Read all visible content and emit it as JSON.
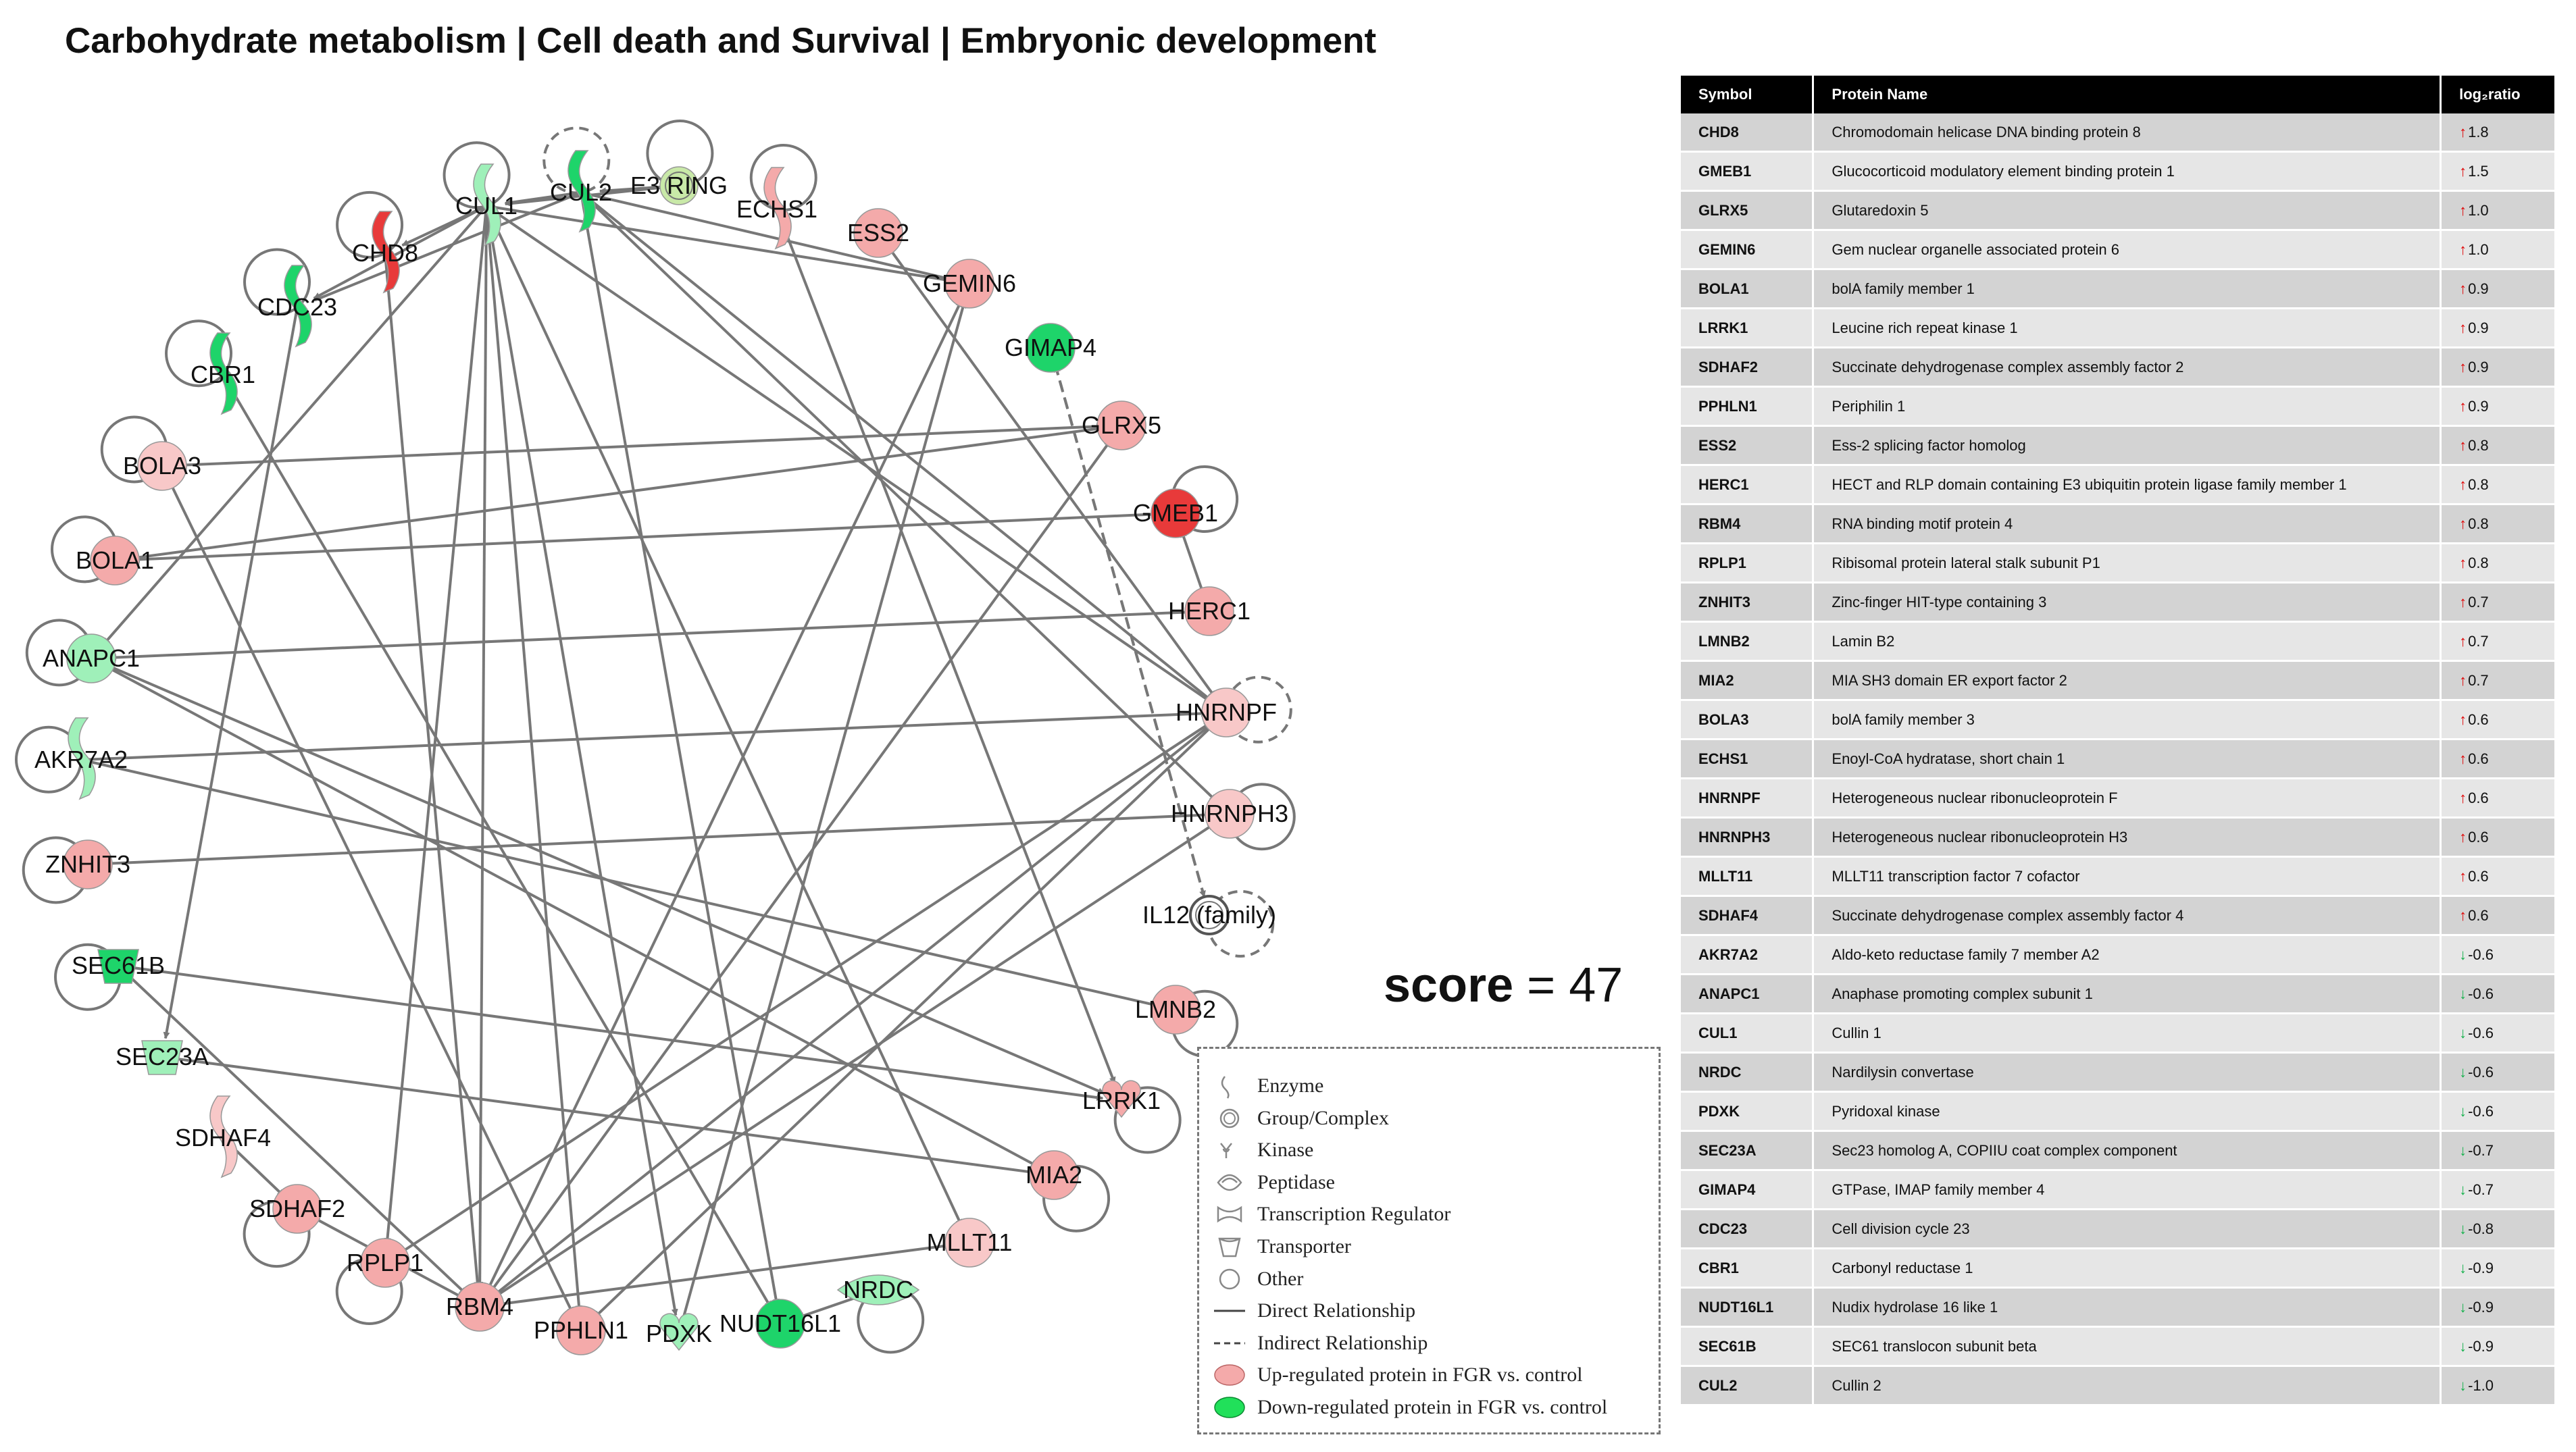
{
  "title": "Carbohydrate metabolism | Cell death and Survival | Embryonic development",
  "score": {
    "label": "score",
    "value": "= 47"
  },
  "colors": {
    "up_light": "#f4aaaa",
    "up_strong": "#e83a3a",
    "down_light": "#9ff0b9",
    "down_strong": "#1ed46a",
    "edge": "#777777",
    "table_header": "#000000",
    "arrow_up": "#e00000",
    "arrow_down": "#10b048"
  },
  "network": {
    "nodes": [
      {
        "id": "CUL1",
        "label": "CUL1",
        "shape": "enzyme",
        "regulation": "down",
        "intensity": "light"
      },
      {
        "id": "CUL2",
        "label": "CUL2",
        "shape": "enzyme",
        "regulation": "down",
        "intensity": "strong"
      },
      {
        "id": "E3RING",
        "label": "E3 RING",
        "shape": "group",
        "regulation": "mixed",
        "intensity": "light"
      },
      {
        "id": "ECHS1",
        "label": "ECHS1",
        "shape": "enzyme",
        "regulation": "up",
        "intensity": "light"
      },
      {
        "id": "CHD8",
        "label": "CHD8",
        "shape": "enzyme",
        "regulation": "up",
        "intensity": "strong"
      },
      {
        "id": "ESS2",
        "label": "ESS2",
        "shape": "other",
        "regulation": "up",
        "intensity": "light"
      },
      {
        "id": "CDC23",
        "label": "CDC23",
        "shape": "enzyme",
        "regulation": "down",
        "intensity": "strong"
      },
      {
        "id": "GEMIN6",
        "label": "GEMIN6",
        "shape": "other",
        "regulation": "up",
        "intensity": "light"
      },
      {
        "id": "GIMAP4",
        "label": "GIMAP4",
        "shape": "other",
        "regulation": "down",
        "intensity": "strong"
      },
      {
        "id": "CBR1",
        "label": "CBR1",
        "shape": "enzyme",
        "regulation": "down",
        "intensity": "strong"
      },
      {
        "id": "GLRX5",
        "label": "GLRX5",
        "shape": "other",
        "regulation": "up",
        "intensity": "light"
      },
      {
        "id": "BOLA3",
        "label": "BOLA3",
        "shape": "other",
        "regulation": "up",
        "intensity": "pale"
      },
      {
        "id": "GMEB1",
        "label": "GMEB1",
        "shape": "other",
        "regulation": "up",
        "intensity": "strong"
      },
      {
        "id": "BOLA1",
        "label": "BOLA1",
        "shape": "other",
        "regulation": "up",
        "intensity": "light"
      },
      {
        "id": "HERC1",
        "label": "HERC1",
        "shape": "other",
        "regulation": "up",
        "intensity": "light"
      },
      {
        "id": "ANAPC1",
        "label": "ANAPC1",
        "shape": "other",
        "regulation": "down",
        "intensity": "light"
      },
      {
        "id": "HNRNPF",
        "label": "HNRNPF",
        "shape": "other",
        "regulation": "up",
        "intensity": "pale"
      },
      {
        "id": "AKR7A2",
        "label": "AKR7A2",
        "shape": "enzyme",
        "regulation": "down",
        "intensity": "light"
      },
      {
        "id": "HNRNPH3",
        "label": "HNRNPH3",
        "shape": "other",
        "regulation": "up",
        "intensity": "pale"
      },
      {
        "id": "ZNHIT3",
        "label": "ZNHIT3",
        "shape": "other",
        "regulation": "up",
        "intensity": "light"
      },
      {
        "id": "IL12",
        "label": "IL12 (family)",
        "shape": "group",
        "regulation": "none",
        "intensity": "none"
      },
      {
        "id": "SEC61B",
        "label": "SEC61B",
        "shape": "transporter",
        "regulation": "down",
        "intensity": "strong"
      },
      {
        "id": "LMNB2",
        "label": "LMNB2",
        "shape": "other",
        "regulation": "up",
        "intensity": "light"
      },
      {
        "id": "SEC23A",
        "label": "SEC23A",
        "shape": "transporter",
        "regulation": "down",
        "intensity": "light"
      },
      {
        "id": "LRRK1",
        "label": "LRRK1",
        "shape": "kinase",
        "regulation": "up",
        "intensity": "light"
      },
      {
        "id": "SDHAF4",
        "label": "SDHAF4",
        "shape": "enzyme",
        "regulation": "up",
        "intensity": "pale"
      },
      {
        "id": "MIA2",
        "label": "MIA2",
        "shape": "other",
        "regulation": "up",
        "intensity": "light"
      },
      {
        "id": "SDHAF2",
        "label": "SDHAF2",
        "shape": "other",
        "regulation": "up",
        "intensity": "light"
      },
      {
        "id": "MLLT11",
        "label": "MLLT11",
        "shape": "other",
        "regulation": "up",
        "intensity": "pale"
      },
      {
        "id": "RPLP1",
        "label": "RPLP1",
        "shape": "other",
        "regulation": "up",
        "intensity": "light"
      },
      {
        "id": "NRDC",
        "label": "NRDC",
        "shape": "peptidase",
        "regulation": "down",
        "intensity": "light"
      },
      {
        "id": "RBM4",
        "label": "RBM4",
        "shape": "other",
        "regulation": "up",
        "intensity": "light"
      },
      {
        "id": "NUDT16L1",
        "label": "NUDT16L1",
        "shape": "other",
        "regulation": "down",
        "intensity": "strong"
      },
      {
        "id": "PPHLN1",
        "label": "PPHLN1",
        "shape": "other",
        "regulation": "up",
        "intensity": "light"
      },
      {
        "id": "PDXK",
        "label": "PDXK",
        "shape": "kinase",
        "regulation": "down",
        "intensity": "light"
      }
    ],
    "edges": [
      {
        "from": "E3RING",
        "to": "CUL1",
        "type": "direct"
      },
      {
        "from": "E3RING",
        "to": "CUL2",
        "type": "direct"
      },
      {
        "from": "CUL2",
        "to": "CUL1",
        "type": "direct"
      },
      {
        "from": "CUL1",
        "to": "CHD8",
        "type": "direct"
      },
      {
        "from": "CUL1",
        "to": "CDC23",
        "type": "direct"
      },
      {
        "from": "CUL2",
        "to": "CDC23",
        "type": "direct"
      },
      {
        "from": "CUL1",
        "to": "ANAPC1",
        "type": "direct"
      },
      {
        "from": "CUL1",
        "to": "RBM4",
        "type": "direct"
      },
      {
        "from": "CUL1",
        "to": "PPHLN1",
        "type": "direct"
      },
      {
        "from": "CUL1",
        "to": "PDXK",
        "type": "direct"
      },
      {
        "from": "CUL1",
        "to": "RPLP1",
        "type": "direct"
      },
      {
        "from": "CUL1",
        "to": "MLLT11",
        "type": "direct"
      },
      {
        "from": "CUL1",
        "to": "HNRNPF",
        "type": "direct"
      },
      {
        "from": "CUL2",
        "to": "HNRNPF",
        "type": "direct"
      },
      {
        "from": "CUL1",
        "to": "GEMIN6",
        "type": "direct"
      },
      {
        "from": "CUL2",
        "to": "GEMIN6",
        "type": "direct"
      },
      {
        "from": "CUL2",
        "to": "NUDT16L1",
        "type": "direct"
      },
      {
        "from": "CUL2",
        "to": "HNRNPH3",
        "type": "direct"
      },
      {
        "from": "CHD8",
        "to": "RBM4",
        "type": "direct"
      },
      {
        "from": "HERC1",
        "to": "ANAPC1",
        "type": "direct"
      },
      {
        "from": "HERC1",
        "to": "GMEB1",
        "type": "direct"
      },
      {
        "from": "BOLA3",
        "to": "GLRX5",
        "type": "direct"
      },
      {
        "from": "BOLA1",
        "to": "GLRX5",
        "type": "direct"
      },
      {
        "from": "ESS2",
        "to": "HNRNPF",
        "type": "direct"
      },
      {
        "from": "GIMAP4",
        "to": "IL12",
        "type": "indirect"
      },
      {
        "from": "IL12",
        "to": "GIMAP4",
        "type": "indirect"
      },
      {
        "from": "AKR7A2",
        "to": "HNRNPF",
        "type": "direct"
      },
      {
        "from": "AKR7A2",
        "to": "LMNB2",
        "type": "direct"
      },
      {
        "from": "ANAPC1",
        "to": "MIA2",
        "type": "direct"
      },
      {
        "from": "ZNHIT3",
        "to": "HNRNPH3",
        "type": "direct"
      },
      {
        "from": "SEC61B",
        "to": "LRRK1",
        "type": "direct"
      },
      {
        "from": "SEC61B",
        "to": "RBM4",
        "type": "direct"
      },
      {
        "from": "SEC23A",
        "to": "MIA2",
        "type": "direct"
      },
      {
        "from": "SDHAF4",
        "to": "SDHAF2",
        "type": "direct"
      },
      {
        "from": "RBM4",
        "to": "HNRNPF",
        "type": "direct"
      },
      {
        "from": "RBM4",
        "to": "HNRNPH3",
        "type": "direct"
      },
      {
        "from": "RBM4",
        "to": "GLRX5",
        "type": "direct"
      },
      {
        "from": "RBM4",
        "to": "MLLT11",
        "type": "direct"
      },
      {
        "from": "RBM4",
        "to": "GEMIN6",
        "type": "direct"
      },
      {
        "from": "NRDC",
        "to": "NUDT16L1",
        "type": "direct"
      },
      {
        "from": "PDXK",
        "to": "GEMIN6",
        "type": "direct"
      },
      {
        "from": "RPLP1",
        "to": "HNRNPF",
        "type": "direct"
      },
      {
        "from": "CBR1",
        "to": "NUDT16L1",
        "type": "direct"
      },
      {
        "from": "BOLA3",
        "to": "PPHLN1",
        "type": "direct"
      },
      {
        "from": "ECHS1",
        "to": "LRRK1",
        "type": "direct"
      },
      {
        "from": "GMEB1",
        "to": "BOLA1",
        "type": "direct"
      },
      {
        "from": "CDC23",
        "to": "SEC23A",
        "type": "direct"
      },
      {
        "from": "ANAPC1",
        "to": "LRRK1",
        "type": "direct"
      },
      {
        "from": "HNRNPF",
        "to": "PPHLN1",
        "type": "direct"
      },
      {
        "from": "SDHAF2",
        "to": "RBM4",
        "type": "direct"
      }
    ],
    "self_loops": [
      "CUL1",
      "CUL2",
      "E3RING",
      "ECHS1",
      "CHD8",
      "CDC23",
      "CBR1",
      "BOLA3",
      "BOLA1",
      "GMEB1",
      "ANAPC1",
      "HNRNPF",
      "AKR7A2",
      "HNRNPH3",
      "ZNHIT3",
      "IL12",
      "SEC61B",
      "LMNB2",
      "LRRK1",
      "MIA2",
      "SDHAF2",
      "NRDC",
      "RPLP1"
    ],
    "dashed_self_loops": [
      "CUL2",
      "HNRNPF",
      "IL12"
    ]
  },
  "legend": {
    "items": [
      {
        "icon": "enzyme-icon",
        "label": "Enzyme"
      },
      {
        "icon": "group-icon",
        "label": "Group/Complex"
      },
      {
        "icon": "kinase-icon",
        "label": "Kinase"
      },
      {
        "icon": "peptidase-icon",
        "label": "Peptidase"
      },
      {
        "icon": "transcription-regulator-icon",
        "label": "Transcription Regulator"
      },
      {
        "icon": "transporter-icon",
        "label": "Transporter"
      },
      {
        "icon": "other-icon",
        "label": "Other"
      },
      {
        "icon": "solid-line-icon",
        "label": "Direct Relationship"
      },
      {
        "icon": "dashed-line-icon",
        "label": "Indirect Relationship"
      },
      {
        "icon": "up-ellipse-icon",
        "label": "Up-regulated protein in FGR vs. control"
      },
      {
        "icon": "down-ellipse-icon",
        "label": "Down-regulated protein in FGR vs. control"
      }
    ]
  },
  "table": {
    "headers": [
      "Symbol",
      "Protein Name",
      "log₂ratio"
    ],
    "rows": [
      {
        "symbol": "CHD8",
        "name": "Chromodomain helicase DNA binding protein 8",
        "arrow": "↑",
        "value": "1.8",
        "direction": "up"
      },
      {
        "symbol": "GMEB1",
        "name": "Glucocorticoid modulatory element binding protein 1",
        "arrow": "↑",
        "value": "1.5",
        "direction": "up"
      },
      {
        "symbol": "GLRX5",
        "name": "Glutaredoxin 5",
        "arrow": "↑",
        "value": "1.0",
        "direction": "up"
      },
      {
        "symbol": "GEMIN6",
        "name": "Gem nuclear organelle associated protein 6",
        "arrow": "↑",
        "value": "1.0",
        "direction": "up"
      },
      {
        "symbol": "BOLA1",
        "name": "bolA family member 1",
        "arrow": "↑",
        "value": "0.9",
        "direction": "up"
      },
      {
        "symbol": "LRRK1",
        "name": "Leucine rich repeat kinase 1",
        "arrow": "↑",
        "value": "0.9",
        "direction": "up"
      },
      {
        "symbol": "SDHAF2",
        "name": "Succinate dehydrogenase complex assembly factor 2",
        "arrow": "↑",
        "value": "0.9",
        "direction": "up"
      },
      {
        "symbol": "PPHLN1",
        "name": "Periphilin 1",
        "arrow": "↑",
        "value": "0.9",
        "direction": "up"
      },
      {
        "symbol": "ESS2",
        "name": "Ess-2 splicing factor homolog",
        "arrow": "↑",
        "value": "0.8",
        "direction": "up"
      },
      {
        "symbol": "HERC1",
        "name": "HECT and RLP domain containing E3 ubiquitin protein ligase family member 1",
        "arrow": "↑",
        "value": "0.8",
        "direction": "up"
      },
      {
        "symbol": "RBM4",
        "name": "RNA binding motif protein 4",
        "arrow": "↑",
        "value": "0.8",
        "direction": "up"
      },
      {
        "symbol": "RPLP1",
        "name": "Ribisomal protein lateral stalk subunit P1",
        "arrow": "↑",
        "value": "0.8",
        "direction": "up"
      },
      {
        "symbol": "ZNHIT3",
        "name": "Zinc-finger HIT-type containing 3",
        "arrow": "↑",
        "value": "0.7",
        "direction": "up"
      },
      {
        "symbol": "LMNB2",
        "name": "Lamin B2",
        "arrow": "↑",
        "value": "0.7",
        "direction": "up"
      },
      {
        "symbol": "MIA2",
        "name": "MIA SH3 domain ER export factor 2",
        "arrow": "↑",
        "value": "0.7",
        "direction": "up"
      },
      {
        "symbol": "BOLA3",
        "name": "bolA family member 3",
        "arrow": "↑",
        "value": "0.6",
        "direction": "up"
      },
      {
        "symbol": "ECHS1",
        "name": "Enoyl-CoA hydratase, short chain 1",
        "arrow": "↑",
        "value": "0.6",
        "direction": "up"
      },
      {
        "symbol": "HNRNPF",
        "name": "Heterogeneous nuclear ribonucleoprotein F",
        "arrow": "↑",
        "value": "0.6",
        "direction": "up"
      },
      {
        "symbol": "HNRNPH3",
        "name": "Heterogeneous nuclear ribonucleoprotein H3",
        "arrow": "↑",
        "value": "0.6",
        "direction": "up"
      },
      {
        "symbol": "MLLT11",
        "name": "MLLT11 transcription factor 7 cofactor",
        "arrow": "↑",
        "value": "0.6",
        "direction": "up"
      },
      {
        "symbol": "SDHAF4",
        "name": "Succinate dehydrogenase complex assembly factor 4",
        "arrow": "↑",
        "value": "0.6",
        "direction": "up"
      },
      {
        "symbol": "AKR7A2",
        "name": "Aldo-keto reductase family 7 member A2",
        "arrow": "↓",
        "value": "-0.6",
        "direction": "down"
      },
      {
        "symbol": "ANAPC1",
        "name": "Anaphase promoting complex subunit 1",
        "arrow": "↓",
        "value": "-0.6",
        "direction": "down"
      },
      {
        "symbol": "CUL1",
        "name": "Cullin 1",
        "arrow": "↓",
        "value": "-0.6",
        "direction": "down"
      },
      {
        "symbol": "NRDC",
        "name": "Nardilysin convertase",
        "arrow": "↓",
        "value": "-0.6",
        "direction": "down"
      },
      {
        "symbol": "PDXK",
        "name": "Pyridoxal kinase",
        "arrow": "↓",
        "value": "-0.6",
        "direction": "down"
      },
      {
        "symbol": "SEC23A",
        "name": "Sec23 homolog A, COPIIU coat complex component",
        "arrow": "↓",
        "value": "-0.7",
        "direction": "down"
      },
      {
        "symbol": "GIMAP4",
        "name": "GTPase, IMAP family member 4",
        "arrow": "↓",
        "value": "-0.7",
        "direction": "down"
      },
      {
        "symbol": "CDC23",
        "name": "Cell division cycle 23",
        "arrow": "↓",
        "value": "-0.8",
        "direction": "down"
      },
      {
        "symbol": "CBR1",
        "name": "Carbonyl reductase 1",
        "arrow": "↓",
        "value": "-0.9",
        "direction": "down"
      },
      {
        "symbol": "NUDT16L1",
        "name": "Nudix hydrolase 16 like 1",
        "arrow": "↓",
        "value": "-0.9",
        "direction": "down"
      },
      {
        "symbol": "SEC61B",
        "name": "SEC61 translocon subunit beta",
        "arrow": "↓",
        "value": "-0.9",
        "direction": "down"
      },
      {
        "symbol": "CUL2",
        "name": "Cullin 2",
        "arrow": "↓",
        "value": "-1.0",
        "direction": "down"
      }
    ]
  }
}
